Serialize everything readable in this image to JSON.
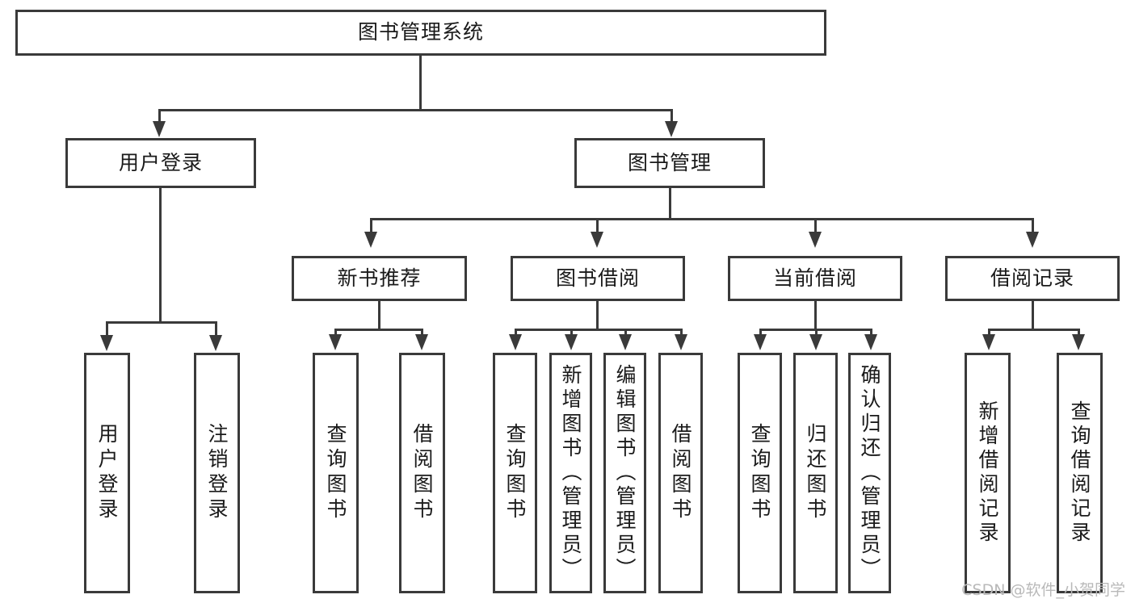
{
  "diagram": {
    "title": "图书管理系统",
    "watermark": "CSDN @软件_小贺同学",
    "colors": {
      "stroke": "#3a3a3a",
      "fill": "#ffffff",
      "text": "#1a1a1a",
      "watermark": "#b9b9b9"
    },
    "levels": {
      "root": {
        "label": "图书管理系统"
      },
      "level2": [
        {
          "label": "用户登录"
        },
        {
          "label": "图书管理"
        }
      ],
      "level3": [
        {
          "label": "新书推荐"
        },
        {
          "label": "图书借阅"
        },
        {
          "label": "当前借阅"
        },
        {
          "label": "借阅记录"
        }
      ],
      "leaves": {
        "user_login": [
          {
            "label": "用户登录"
          },
          {
            "label": "注销登录"
          }
        ],
        "new_book_recommend": [
          {
            "label": "查询图书"
          },
          {
            "label": "借阅图书"
          }
        ],
        "book_borrow": [
          {
            "label": "查询图书"
          },
          {
            "label": "新增图书（管理员）"
          },
          {
            "label": "编辑图书（管理员）"
          },
          {
            "label": "借阅图书"
          }
        ],
        "current_borrow": [
          {
            "label": "查询图书"
          },
          {
            "label": "归还图书"
          },
          {
            "label": "确认归还（管理员）"
          }
        ],
        "borrow_record": [
          {
            "label": "新增借阅记录"
          },
          {
            "label": "查询借阅记录"
          }
        ]
      }
    }
  }
}
